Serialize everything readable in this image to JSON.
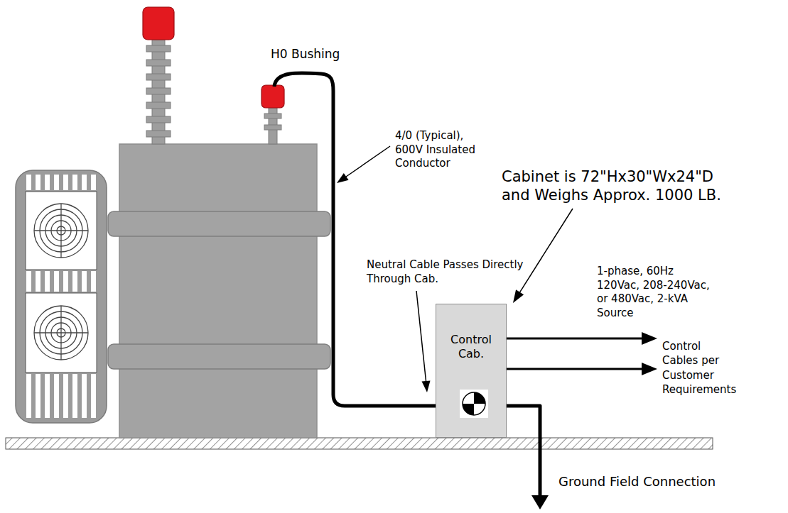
{
  "diagram": {
    "nodes": [
      {
        "text": [
          "Control Cab."
        ]
      }
    ],
    "labels": [
      "H0 Bushing",
      "4/0 (Typical), 600V Insulated Conductor",
      "Cabinet is 72\"Hx30\"Wx24\"D and Weighs Approx. 1000 LB.",
      "Neutral Cable Passes Directly Through Cab.",
      "1-phase, 60Hz 120Vac, 208-240Vac, or 480Vac, 2-kVA Source",
      "Control Cables per Customer Requirements",
      "Ground Field Connection"
    ]
  }
}
